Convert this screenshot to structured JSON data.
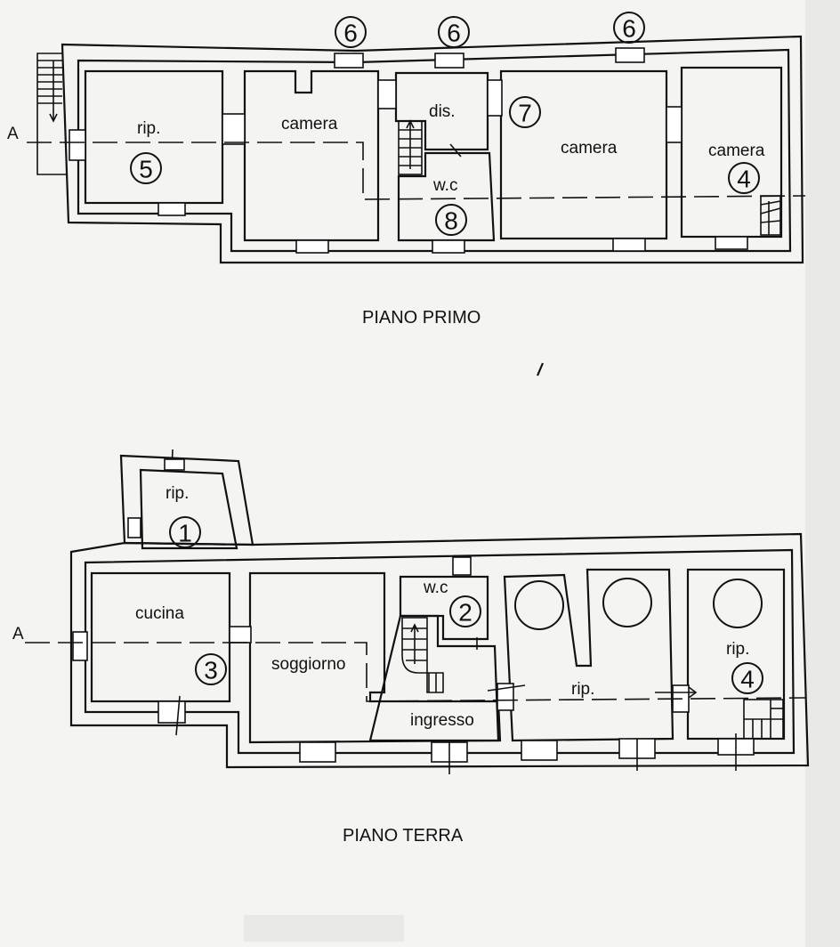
{
  "section_marker": "A",
  "floors": {
    "first": {
      "title": "PIANO PRIMO",
      "rooms": {
        "rip": "rip.",
        "camera_left": "camera",
        "dis": "dis.",
        "wc": "w.c",
        "camera_mid": "camera",
        "camera_right": "camera"
      },
      "refs": [
        "6",
        "6",
        "6",
        "7",
        "5",
        "8",
        "4"
      ]
    },
    "ground": {
      "title": "PIANO TERRA",
      "rooms": {
        "rip_annex": "rip.",
        "cucina": "cucina",
        "soggiorno": "soggiorno",
        "wc": "w.c",
        "ingresso": "ingresso",
        "rip_mid": "rip.",
        "rip_right": "rip."
      },
      "refs": [
        "1",
        "3",
        "2",
        "4"
      ]
    }
  }
}
